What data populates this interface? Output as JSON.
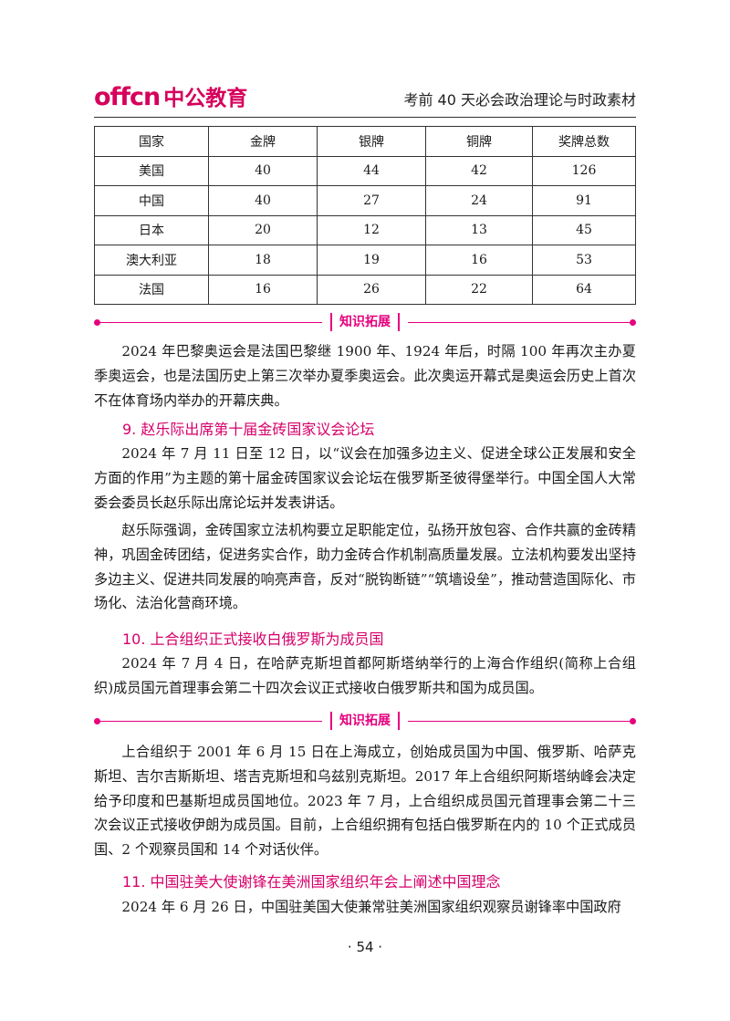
{
  "header": {
    "logo_latin": "offcn",
    "logo_cn": "中公教育",
    "title": "考前 40 天必会政治理论与时政素材"
  },
  "table": {
    "columns": [
      "国家",
      "金牌",
      "银牌",
      "铜牌",
      "奖牌总数"
    ],
    "rows": [
      [
        "美国",
        "40",
        "44",
        "42",
        "126"
      ],
      [
        "中国",
        "40",
        "27",
        "24",
        "91"
      ],
      [
        "日本",
        "20",
        "12",
        "13",
        "45"
      ],
      [
        "澳大利亚",
        "18",
        "19",
        "16",
        "53"
      ],
      [
        "法国",
        "16",
        "26",
        "22",
        "64"
      ]
    ]
  },
  "banner_label": "知识拓展",
  "sections": {
    "p1": "2024 年巴黎奥运会是法国巴黎继 1900 年、1924 年后，时隔 100 年再次主办夏季奥运会，也是法国历史上第三次举办夏季奥运会。此次奥运开幕式是奥运会历史上首次不在体育场内举办的开幕庆典。",
    "h9": "9. 赵乐际出席第十届金砖国家议会论坛",
    "p2": "2024 年 7 月 11 日至 12 日，以“议会在加强多边主义、促进全球公正发展和安全方面的作用”为主题的第十届金砖国家议会论坛在俄罗斯圣彼得堡举行。中国全国人大常委会委员长赵乐际出席论坛并发表讲话。",
    "p3": "赵乐际强调，金砖国家立法机构要立足职能定位，弘扬开放包容、合作共赢的金砖精神，巩固金砖团结，促进务实合作，助力金砖合作机制高质量发展。立法机构要发出坚持多边主义、促进共同发展的响亮声音，反对“脱钩断链”“筑墙设垒”，推动营造国际化、市场化、法治化营商环境。",
    "h10": "10. 上合组织正式接收白俄罗斯为成员国",
    "p4": "2024 年 7 月 4 日，在哈萨克斯坦首都阿斯塔纳举行的上海合作组织(简称上合组织)成员国元首理事会第二十四次会议正式接收白俄罗斯共和国为成员国。",
    "p5": "上合组织于 2001 年 6 月 15 日在上海成立，创始成员国为中国、俄罗斯、哈萨克斯坦、吉尔吉斯斯坦、塔吉克斯坦和乌兹别克斯坦。2017 年上合组织阿斯塔纳峰会决定给予印度和巴基斯坦成员国地位。2023 年 7 月，上合组织成员国元首理事会第二十三次会议正式接收伊朗为成员国。目前，上合组织拥有包括白俄罗斯在内的 10 个正式成员国、2 个观察员国和 14 个对话伙伴。",
    "h11": "11. 中国驻美大使谢锋在美洲国家组织年会上阐述中国理念",
    "p6": "2024 年 6 月 26 日，中国驻美国大使兼常驻美洲国家组织观察员谢锋率中国政府"
  },
  "page_number": "· 54 ·",
  "colors": {
    "accent": "#e6007e",
    "brand": "#d6005c"
  }
}
